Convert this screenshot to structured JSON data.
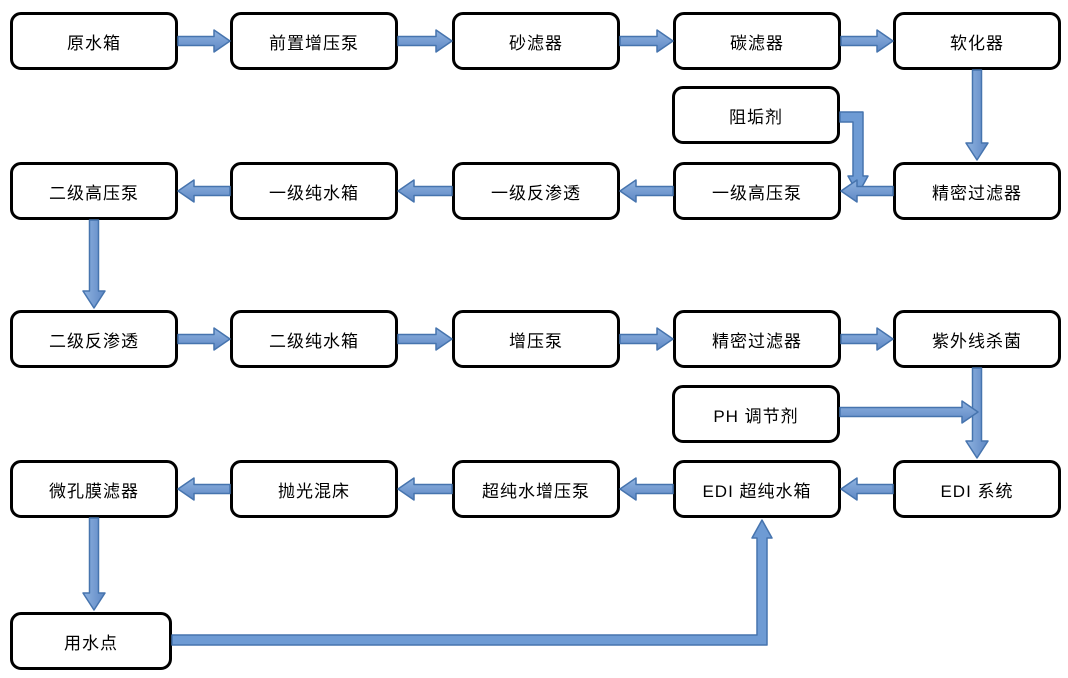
{
  "diagram": {
    "description": "水处理工艺流程图 (water treatment process flow diagram)",
    "colors": {
      "arrow_fill": "#6E9BD4",
      "arrow_fill_light": "#8FB2E0",
      "arrow_fill_dark": "#5E88C4",
      "arrow_stroke": "#4674AE",
      "box_border": "#000000",
      "box_fill": "#FFFFFF",
      "text": "#000000",
      "background": "#FFFFFF"
    },
    "nodes": [
      {
        "id": "raw-water-tank",
        "label": "原水箱"
      },
      {
        "id": "pre-booster-pump",
        "label": "前置增压泵"
      },
      {
        "id": "sand-filter",
        "label": "砂滤器"
      },
      {
        "id": "carbon-filter",
        "label": "碳滤器"
      },
      {
        "id": "softener",
        "label": "软化器"
      },
      {
        "id": "antiscalant",
        "label": "阻垢剂"
      },
      {
        "id": "precision-filter-1",
        "label": "精密过滤器"
      },
      {
        "id": "stage1-hp-pump",
        "label": "一级高压泵"
      },
      {
        "id": "stage1-ro",
        "label": "一级反渗透"
      },
      {
        "id": "stage1-pure-tank",
        "label": "一级纯水箱"
      },
      {
        "id": "stage2-hp-pump",
        "label": "二级高压泵"
      },
      {
        "id": "stage2-ro",
        "label": "二级反渗透"
      },
      {
        "id": "stage2-pure-tank",
        "label": "二级纯水箱"
      },
      {
        "id": "booster-pump",
        "label": "增压泵"
      },
      {
        "id": "precision-filter-2",
        "label": "精密过滤器"
      },
      {
        "id": "uv-sterilizer",
        "label": "紫外线杀菌"
      },
      {
        "id": "ph-adjuster",
        "label": "PH 调节剂"
      },
      {
        "id": "edi-system",
        "label": "EDI 系统"
      },
      {
        "id": "edi-ultrapure-tank",
        "label": "EDI 超纯水箱"
      },
      {
        "id": "ultrapure-booster-pump",
        "label": "超纯水增压泵"
      },
      {
        "id": "polishing-mixed-bed",
        "label": "抛光混床"
      },
      {
        "id": "microporous-membrane-filter",
        "label": "微孔膜滤器"
      },
      {
        "id": "point-of-use",
        "label": "用水点"
      }
    ],
    "flows": [
      {
        "from": "raw-water-tank",
        "to": "pre-booster-pump"
      },
      {
        "from": "pre-booster-pump",
        "to": "sand-filter"
      },
      {
        "from": "sand-filter",
        "to": "carbon-filter"
      },
      {
        "from": "carbon-filter",
        "to": "softener"
      },
      {
        "from": "softener",
        "to": "precision-filter-1"
      },
      {
        "from": "precision-filter-1",
        "to": "stage1-hp-pump"
      },
      {
        "from": "antiscalant",
        "to": "stage1-hp-pump"
      },
      {
        "from": "stage1-hp-pump",
        "to": "stage1-ro"
      },
      {
        "from": "stage1-ro",
        "to": "stage1-pure-tank"
      },
      {
        "from": "stage1-pure-tank",
        "to": "stage2-hp-pump"
      },
      {
        "from": "stage2-hp-pump",
        "to": "stage2-ro"
      },
      {
        "from": "stage2-ro",
        "to": "stage2-pure-tank"
      },
      {
        "from": "stage2-pure-tank",
        "to": "booster-pump"
      },
      {
        "from": "booster-pump",
        "to": "precision-filter-2"
      },
      {
        "from": "precision-filter-2",
        "to": "uv-sterilizer"
      },
      {
        "from": "uv-sterilizer",
        "to": "edi-system"
      },
      {
        "from": "ph-adjuster",
        "to": "edi-system"
      },
      {
        "from": "edi-system",
        "to": "edi-ultrapure-tank"
      },
      {
        "from": "edi-ultrapure-tank",
        "to": "ultrapure-booster-pump"
      },
      {
        "from": "ultrapure-booster-pump",
        "to": "polishing-mixed-bed"
      },
      {
        "from": "polishing-mixed-bed",
        "to": "microporous-membrane-filter"
      },
      {
        "from": "microporous-membrane-filter",
        "to": "point-of-use"
      },
      {
        "from": "point-of-use",
        "to": "edi-ultrapure-tank"
      }
    ]
  }
}
